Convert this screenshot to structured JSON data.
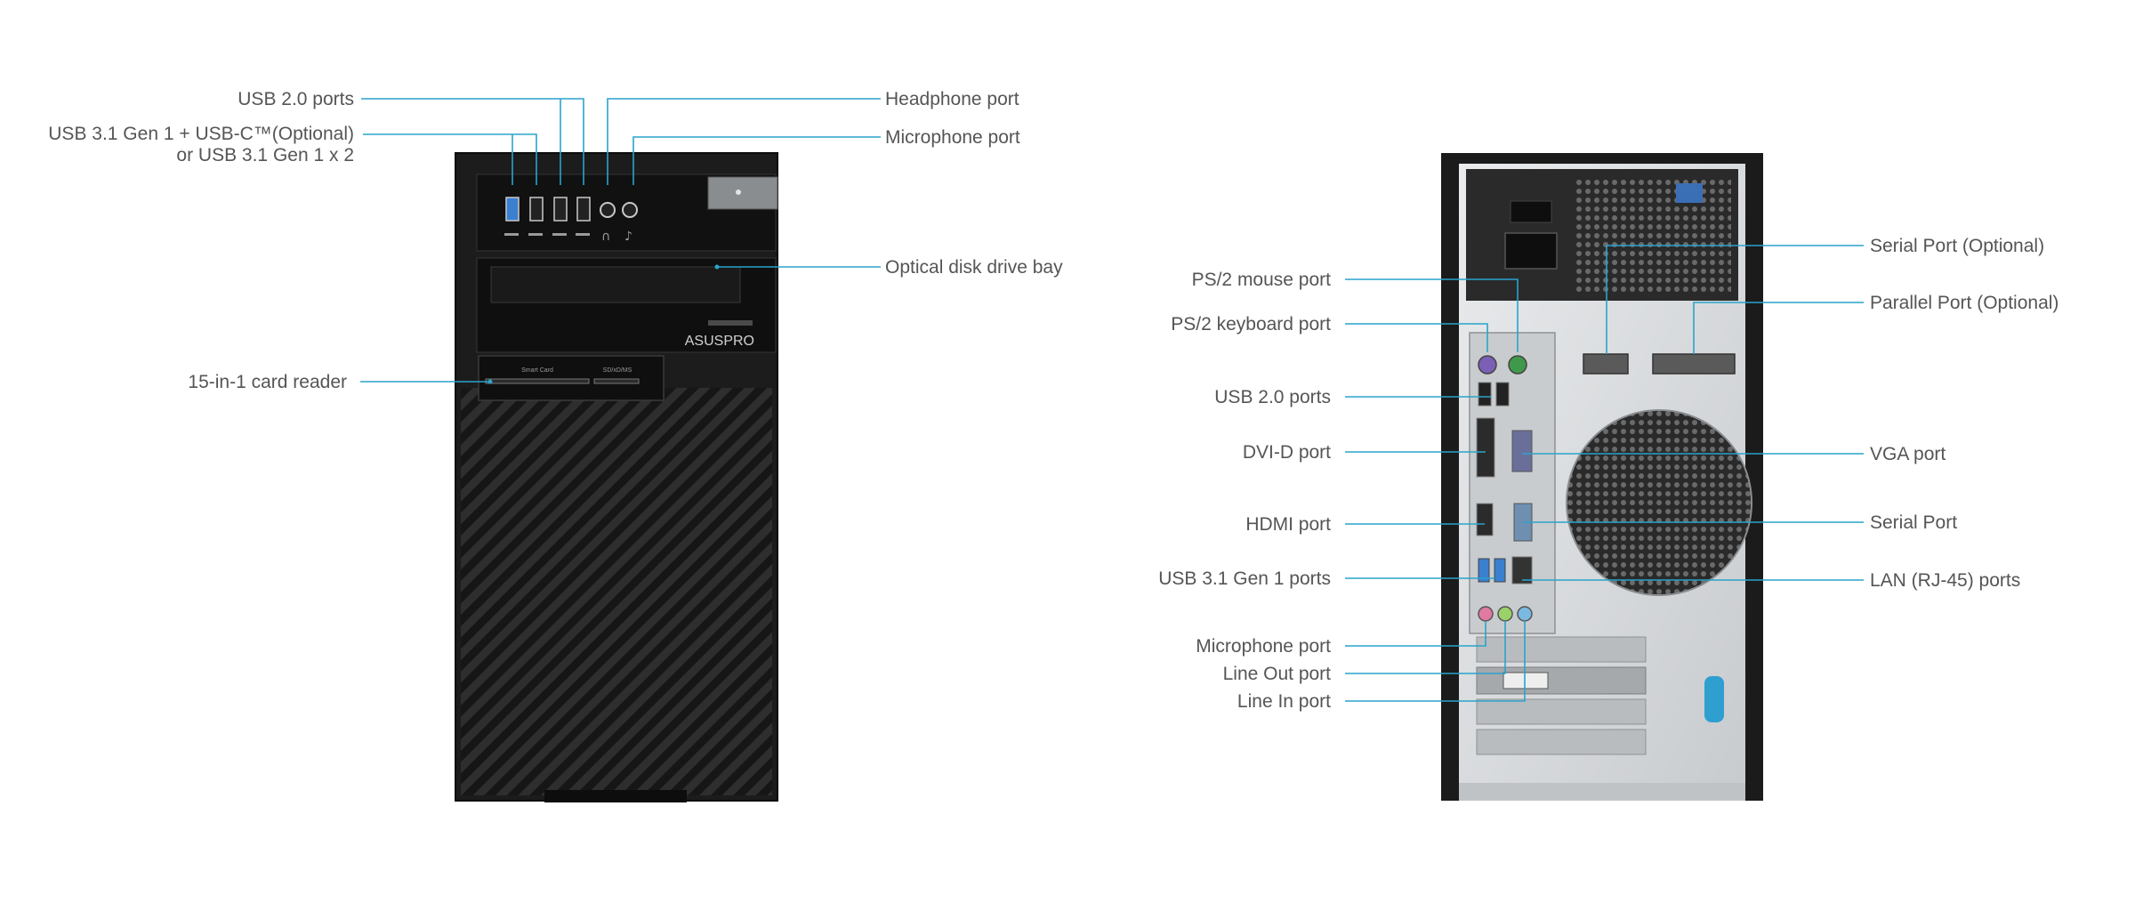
{
  "front": {
    "brand": "ASUSPRO",
    "card_reader_slot_text": "Smart Card",
    "sd_slot_text": "SD/xD/MS",
    "labels": {
      "usb20": "USB 2.0 ports",
      "usb31_line1": "USB 3.1 Gen 1 + USB-C™(Optional)",
      "usb31_line2": "or USB 3.1 Gen 1 x 2",
      "headphone": "Headphone port",
      "microphone": "Microphone port",
      "optical": "Optical disk drive bay",
      "card_reader": "15-in-1 card reader"
    }
  },
  "rear": {
    "labels": {
      "ps2_mouse": "PS/2 mouse port",
      "ps2_keyboard": "PS/2 keyboard port",
      "usb20": "USB 2.0 ports",
      "dvid": "DVI-D port",
      "hdmi": "HDMI port",
      "usb31": "USB 3.1 Gen 1 ports",
      "microphone": "Microphone port",
      "line_out": "Line Out port",
      "line_in": "Line In port",
      "serial_optional": "Serial Port (Optional)",
      "parallel_optional": "Parallel Port (Optional)",
      "vga": "VGA port",
      "serial": "Serial Port",
      "lan": "LAN (RJ-45) ports"
    }
  },
  "colors": {
    "leader": "#2aa3cc",
    "label_text": "#555555",
    "chassis_black": "#1b1b1b",
    "rear_panel": "#d9dcdf",
    "usb3_blue": "#3a7fd0"
  }
}
